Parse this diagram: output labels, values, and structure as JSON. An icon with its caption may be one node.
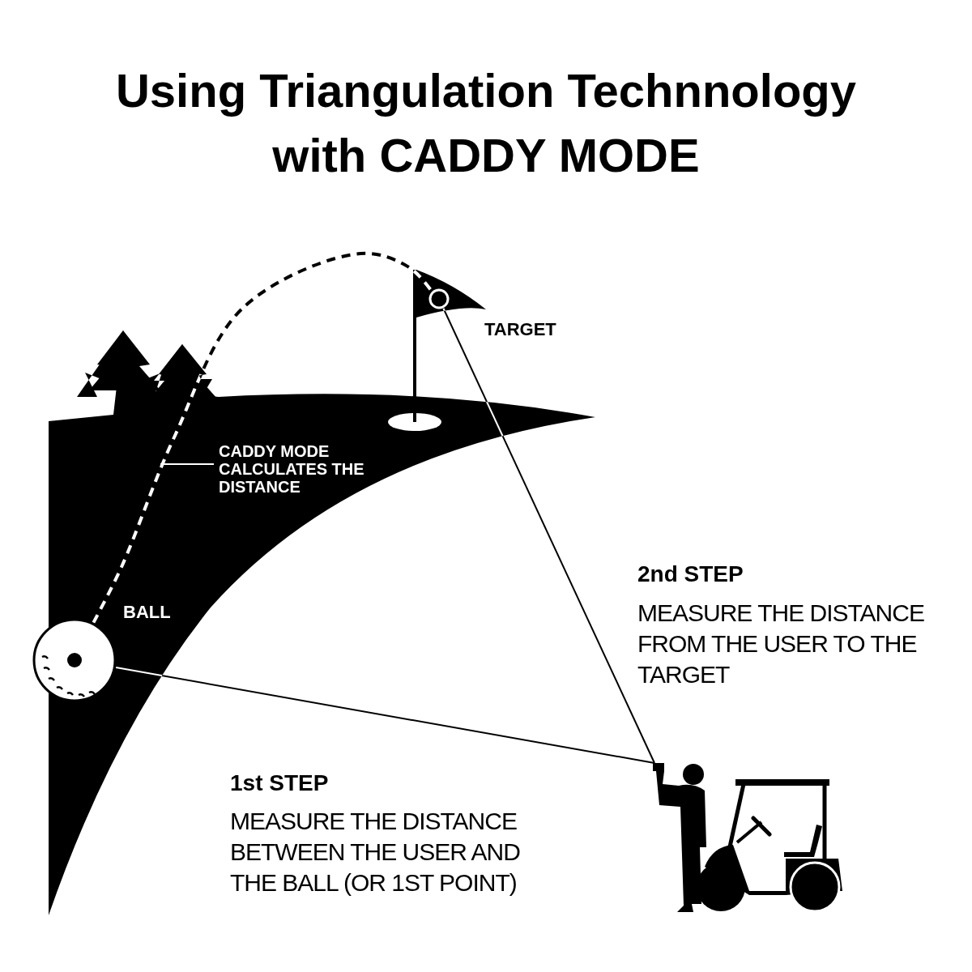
{
  "diagram": {
    "title": "Using Triangulation Technnology with CADDY MODE",
    "nodes": [
      {
        "text": [],
        "shape": "circle",
        "beside": [
          "BALL"
        ]
      },
      {
        "text": [],
        "shape": "circle",
        "beside": [
          "TARGET"
        ]
      },
      {
        "text": [],
        "shape": "person"
      },
      {
        "text": [
          "CADDY MODE CALCULATES THE DISTANCE"
        ]
      }
    ],
    "edges": [
      {
        "from": 0,
        "to": 1,
        "arrow": "none",
        "style": "dashed"
      },
      {
        "from": 3,
        "to": null,
        "arrow": "none",
        "color": "#ffffff"
      },
      {
        "from": 0,
        "to": 2,
        "arrow": "none"
      },
      {
        "from": 1,
        "to": 2,
        "arrow": "none"
      }
    ],
    "labels": [
      "2nd STEP",
      "MEASURE THE DISTANCE FROM THE USER TO THE TARGET",
      "1st STEP",
      "MEASURE THE DISTANCE BETWEEN THE USER AND THE BALL (OR 1ST POINT)"
    ]
  }
}
